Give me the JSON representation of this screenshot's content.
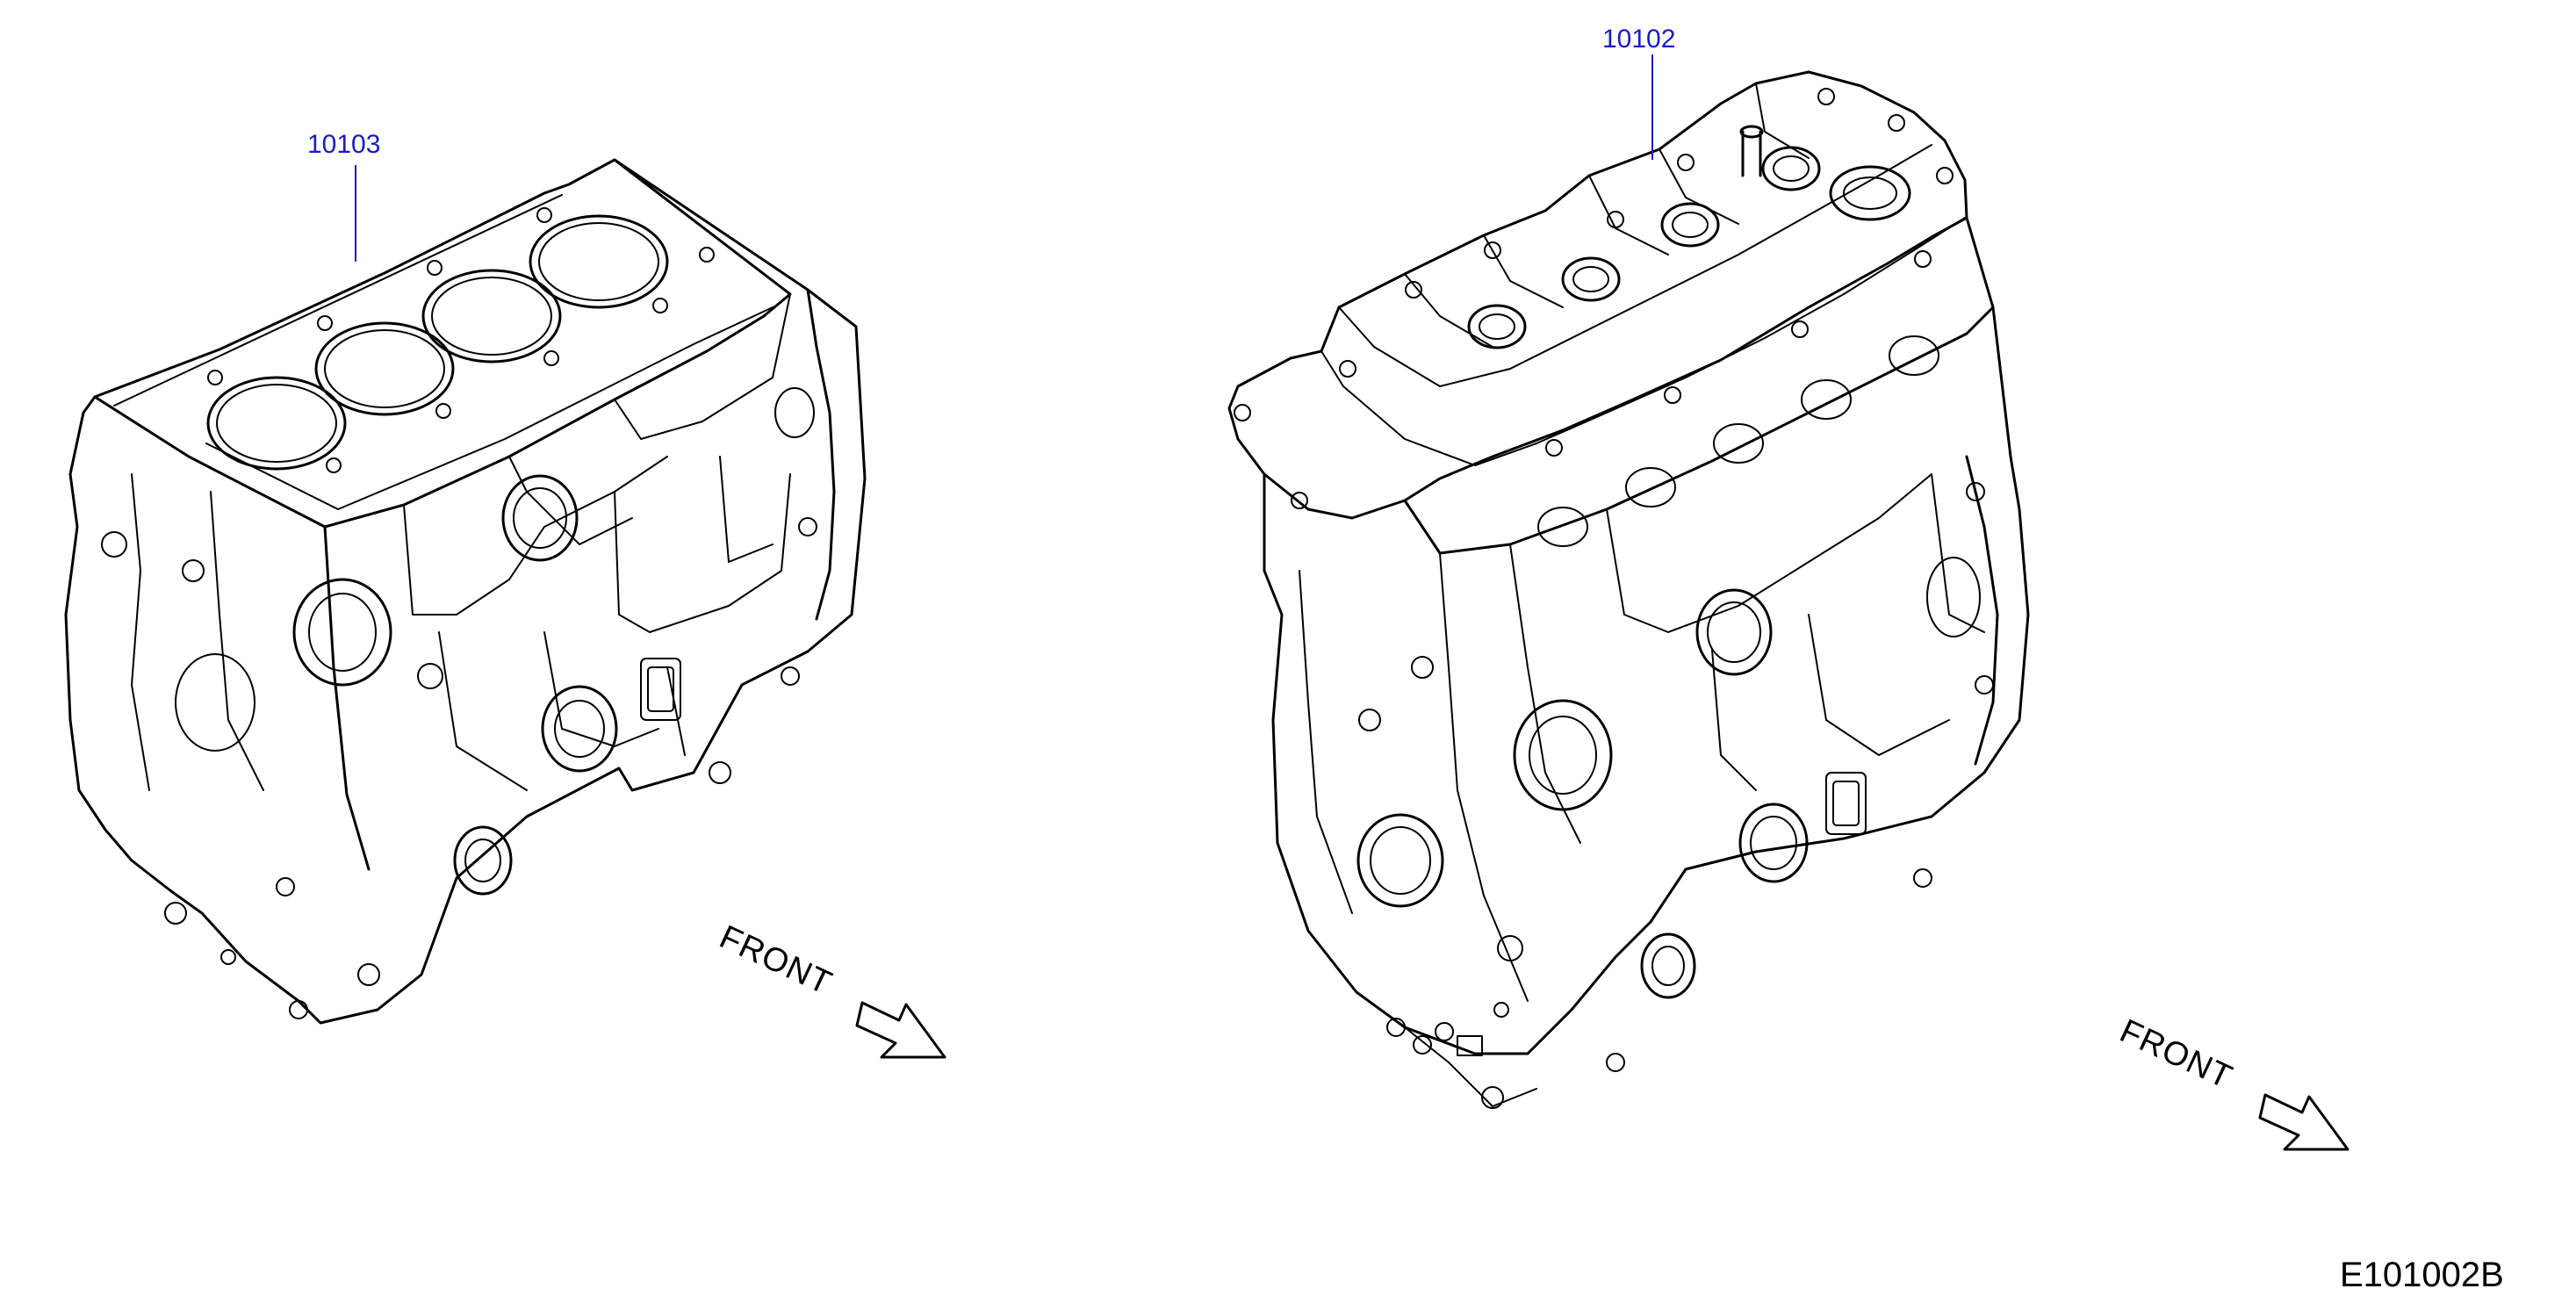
{
  "diagram": {
    "callouts": {
      "short_block": "10103",
      "engine_assembly": "10102"
    },
    "front_labels": {
      "left": "FRONT",
      "right": "FRONT"
    },
    "figure_code": "E101002B",
    "colors": {
      "callout": "#1a1ac8",
      "line": "#000000",
      "background": "#ffffff"
    }
  }
}
